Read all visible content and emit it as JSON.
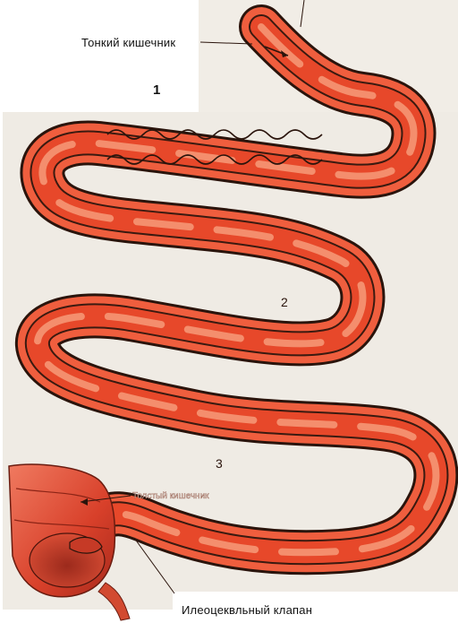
{
  "labels": {
    "small_intestine": "Тонкий кишечник",
    "section_1": "1",
    "section_2": "2",
    "section_3": "3",
    "large_intestine": "Толстый кишечник",
    "ileocecal_valve": "Илеоцеквльный клапан"
  },
  "colors": {
    "background": "#ffffff",
    "panel": "#f1ede6",
    "tube_outer": "#ef5e3e",
    "tube_inner": "#e7482a",
    "tube_light": "#f7a07e",
    "highlight": "#f9b27d",
    "outline": "#2a140c",
    "colon": "#d8482f",
    "colon_dark": "#9c2418"
  }
}
